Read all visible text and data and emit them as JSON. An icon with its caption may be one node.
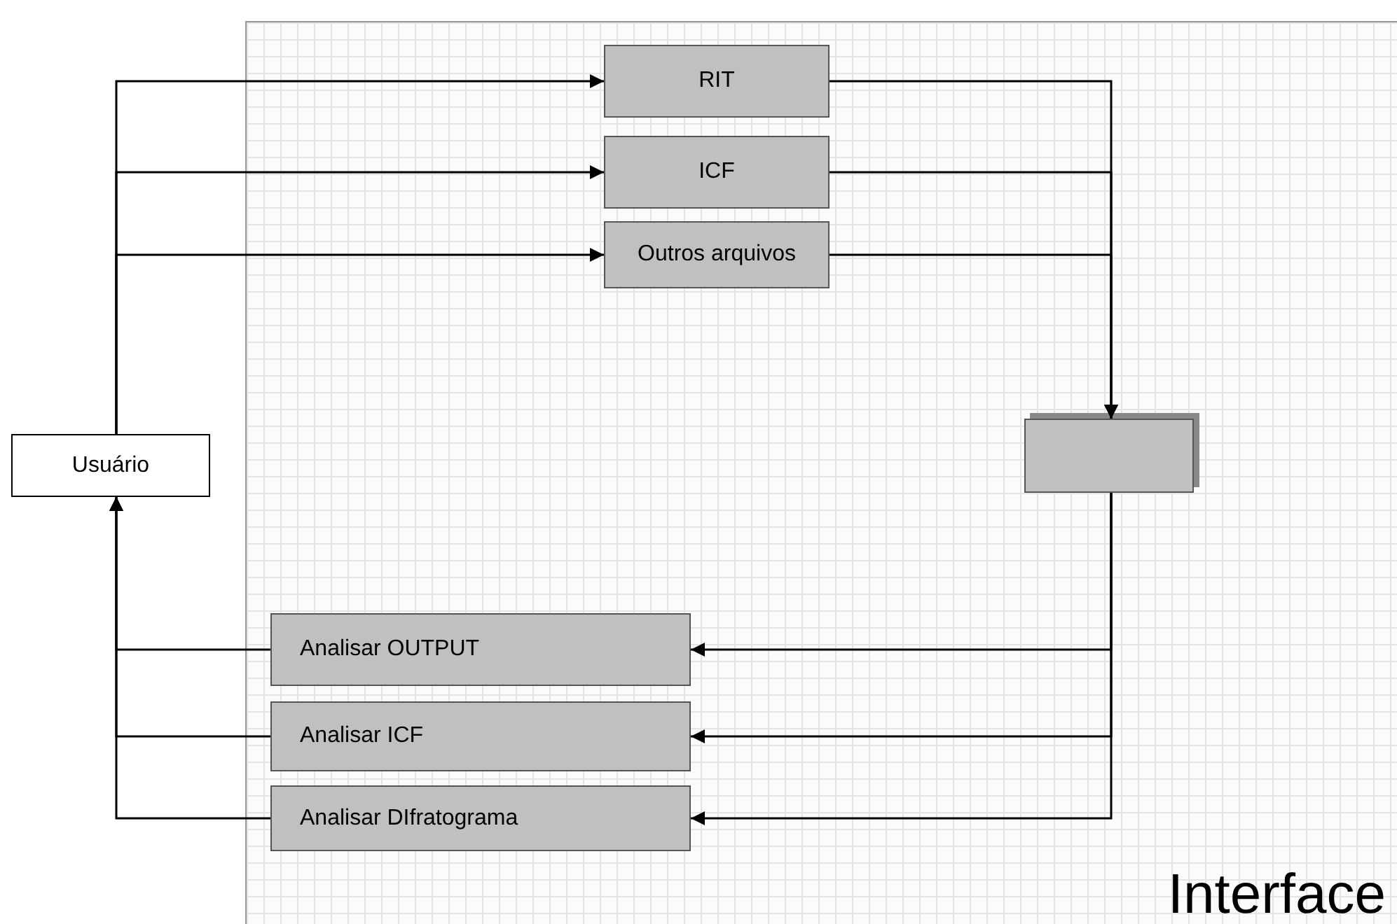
{
  "diagram": {
    "nodes": [
      {
        "text": [
          "Interface"
        ]
      },
      {
        "text": [
          "RIT"
        ],
        "in": 0
      },
      {
        "text": [
          "ICF"
        ],
        "in": 0
      },
      {
        "text": [
          "Outros arquivos"
        ],
        "in": 0
      },
      {
        "text": [],
        "shape": "box",
        "in": 0
      },
      {
        "text": [
          "Usuário"
        ]
      },
      {
        "text": [
          "Analisar OUTPUT"
        ],
        "in": 0
      },
      {
        "text": [
          "Analisar ICF"
        ],
        "in": 0
      },
      {
        "text": [
          "Analisar DIfratograma"
        ],
        "in": 0
      }
    ],
    "edges": [
      {
        "from": 5,
        "to": 1,
        "arrow": "to"
      },
      {
        "from": 5,
        "to": 2,
        "arrow": "to"
      },
      {
        "from": 5,
        "to": 3,
        "arrow": "to"
      },
      {
        "from": 1,
        "to": 4,
        "arrow": "to"
      },
      {
        "from": 2,
        "to": 4,
        "arrow": "to"
      },
      {
        "from": 3,
        "to": 4,
        "arrow": "to"
      },
      {
        "from": 4,
        "to": 6,
        "arrow": "to"
      },
      {
        "from": 4,
        "to": 7,
        "arrow": "to"
      },
      {
        "from": 4,
        "to": 8,
        "arrow": "to"
      },
      {
        "from": 6,
        "to": 5,
        "arrow": "to"
      },
      {
        "from": 7,
        "to": 5,
        "arrow": "to"
      },
      {
        "from": 8,
        "to": 5,
        "arrow": "to"
      }
    ]
  }
}
